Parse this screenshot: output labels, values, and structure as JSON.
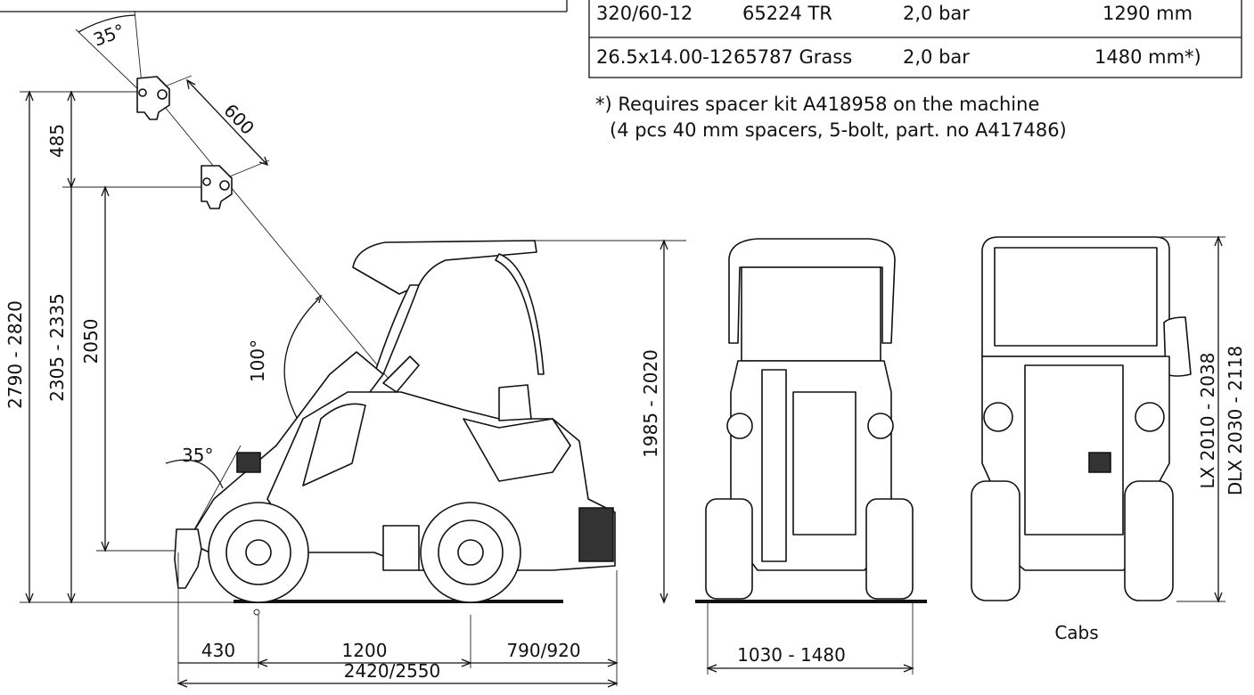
{
  "tires_table": {
    "rows": [
      {
        "size": "320/60-12",
        "pattern": "65224 TR",
        "pressure": "2,0 bar",
        "width": "1290 mm"
      },
      {
        "size": "26.5x14.00-12",
        "pattern": "65787 Grass",
        "pressure": "2,0 bar",
        "width": "1480 mm*)"
      }
    ]
  },
  "footnote": {
    "line1": "*) Requires spacer kit A418958 on the machine",
    "line2": "(4 pcs 40 mm spacers, 5-bolt, part. no A417486)"
  },
  "side_view": {
    "angle_top": "35°",
    "stroke_600": "600",
    "dim_485": "485",
    "dim_total_height": "2790 - 2820",
    "dim_pin_height": "2305 - 2335",
    "dim_2050": "2050",
    "angle_100": "100°",
    "angle_bottom": "35°",
    "dim_cab_height": "1985 - 2020",
    "dim_430": "430",
    "dim_1200": "1200",
    "dim_790_920": "790/920",
    "dim_length": "2420/2550"
  },
  "front_view": {
    "dim_width": "1030 - 1480"
  },
  "cab_view": {
    "dim_lx": "LX 2010 - 2038",
    "dim_dlx": "DLX 2030 - 2118",
    "caption": "Cabs"
  }
}
